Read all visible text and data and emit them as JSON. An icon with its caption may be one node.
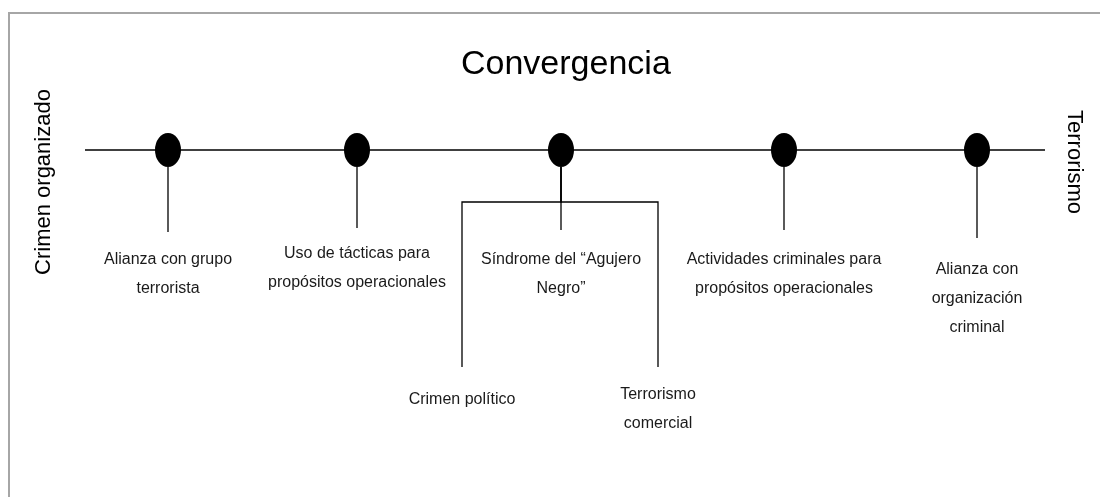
{
  "diagram": {
    "title": "Convergencia",
    "nodes": [
      {
        "text": [],
        "shape": "circle"
      },
      {
        "text": [],
        "shape": "circle"
      },
      {
        "text": [],
        "shape": "circle"
      },
      {
        "text": [],
        "shape": "circle"
      },
      {
        "text": [],
        "shape": "circle"
      },
      {
        "text": [
          "Alianza con grupo terrorista"
        ]
      },
      {
        "text": [
          "Uso de tácticas para propósitos operacionales"
        ]
      },
      {
        "text": [
          "Síndrome del “Agujero Negro”"
        ]
      },
      {
        "text": [
          "Actividades criminales para propósitos operacionales"
        ]
      },
      {
        "text": [
          "Alianza con organización criminal"
        ]
      },
      {
        "text": [
          "Crimen político"
        ]
      },
      {
        "text": [
          "Terrorismo comercial"
        ]
      }
    ],
    "edges": [
      {
        "from": 0,
        "to": 5,
        "arrow": "none"
      },
      {
        "from": 1,
        "to": 6,
        "arrow": "none"
      },
      {
        "from": 2,
        "to": 7,
        "arrow": "none"
      },
      {
        "from": 3,
        "to": 8,
        "arrow": "none"
      },
      {
        "from": 4,
        "to": 9,
        "arrow": "none"
      },
      {
        "from": 2,
        "to": 10,
        "arrow": "none"
      },
      {
        "from": 2,
        "to": 11,
        "arrow": "none"
      }
    ],
    "labels": [
      "Crimen organizado",
      "Terrorismo"
    ]
  }
}
